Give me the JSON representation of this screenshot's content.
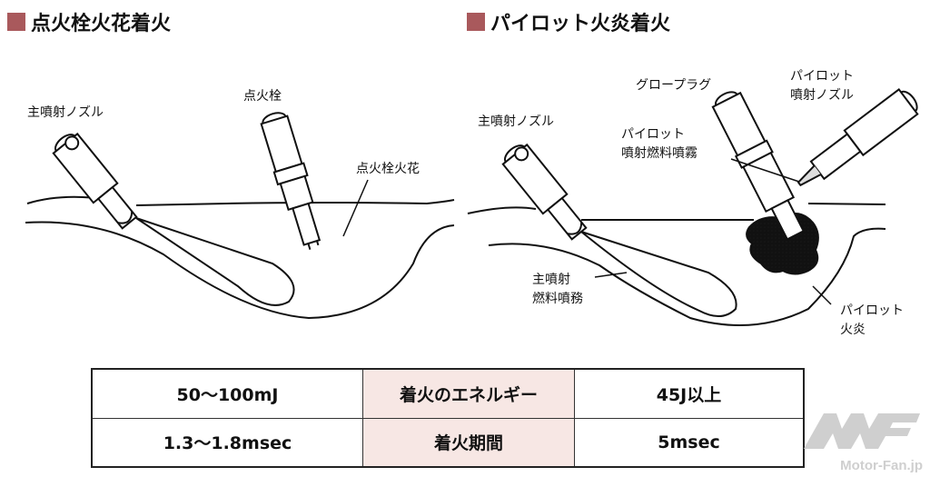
{
  "left_panel": {
    "title": "点火栓火花着火",
    "labels": {
      "main_nozzle": "主噴射ノズル",
      "spark_plug": "点火栓",
      "spark": "点火栓火花"
    }
  },
  "right_panel": {
    "title": "パイロット火炎着火",
    "labels": {
      "main_nozzle": "主噴射ノズル",
      "glow_plug": "グロープラグ",
      "pilot_nozzle_1": "パイロット",
      "pilot_nozzle_2": "噴射ノズル",
      "pilot_spray_1": "パイロット",
      "pilot_spray_2": "噴射燃料噴霧",
      "main_spray_1": "主噴射",
      "main_spray_2": "燃料噴務",
      "pilot_flame_1": "パイロット",
      "pilot_flame_2": "火炎"
    }
  },
  "table": {
    "rows": [
      {
        "left": "50～100mJ",
        "label": "着火のエネルギー",
        "right": "45J以上"
      },
      {
        "left": "1.3～1.8msec",
        "label": "着火期間",
        "right": "5msec"
      }
    ]
  },
  "watermark": "Motor-Fan.jp",
  "colors": {
    "accent": "#a9595c",
    "label_bg": "#f7e7e4"
  }
}
